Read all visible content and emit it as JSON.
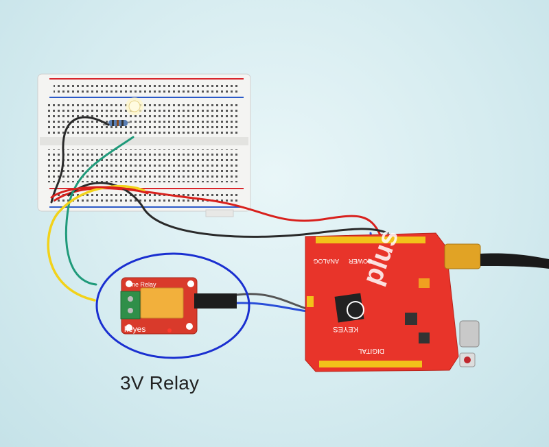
{
  "caption": "3V Relay",
  "relay_module": {
    "title": "One Relay",
    "brand": "keyes"
  },
  "board": {
    "logo_text": "plus",
    "brand": "KEYES",
    "label_digital": "DIGITAL",
    "label_analog": "ANALOG",
    "label_power": "POWER"
  },
  "colors": {
    "background": "#d6ecf0",
    "board_red": "#e8342a",
    "relay_red": "#d93a2b",
    "highlight_ellipse": "#1a2fd0",
    "wire_red": "#d8201c",
    "wire_black": "#2a2a2a",
    "wire_green": "#1f9a7a",
    "wire_yellow": "#f2d21a",
    "wire_blue": "#2a4ed8",
    "wire_gray": "#555555"
  }
}
